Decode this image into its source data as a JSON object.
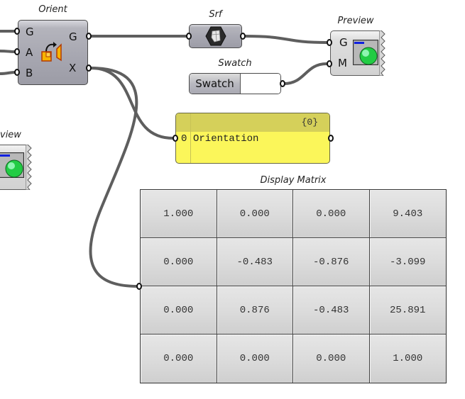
{
  "canvas": {
    "background": "#ffffff",
    "wire_color": "#5e5e5e"
  },
  "components": {
    "orient": {
      "title": "Orient",
      "inputs": [
        "G",
        "A",
        "B"
      ],
      "outputs": [
        "G",
        "X"
      ],
      "icon": "orient-icon"
    },
    "srf": {
      "title": "Srf",
      "icon": "surface-icon"
    },
    "swatch": {
      "title": "Swatch",
      "button_label": "Swatch",
      "color": "#ffffff"
    },
    "preview": {
      "title": "Preview",
      "inputs": [
        "G",
        "M"
      ],
      "icon": "preview-icon"
    },
    "preview_partial": {
      "title": "view",
      "icon": "preview-icon"
    },
    "panel": {
      "path": "{0}",
      "items": [
        {
          "index": "0",
          "value": "Orientation"
        }
      ],
      "color": "#fbf65a"
    },
    "matrix": {
      "title": "Display Matrix",
      "rows": [
        [
          "1.000",
          "0.000",
          "0.000",
          "9.403"
        ],
        [
          "0.000",
          "-0.483",
          "-0.876",
          "-3.099"
        ],
        [
          "0.000",
          "0.876",
          "-0.483",
          "25.891"
        ],
        [
          "0.000",
          "0.000",
          "0.000",
          "1.000"
        ]
      ]
    }
  }
}
